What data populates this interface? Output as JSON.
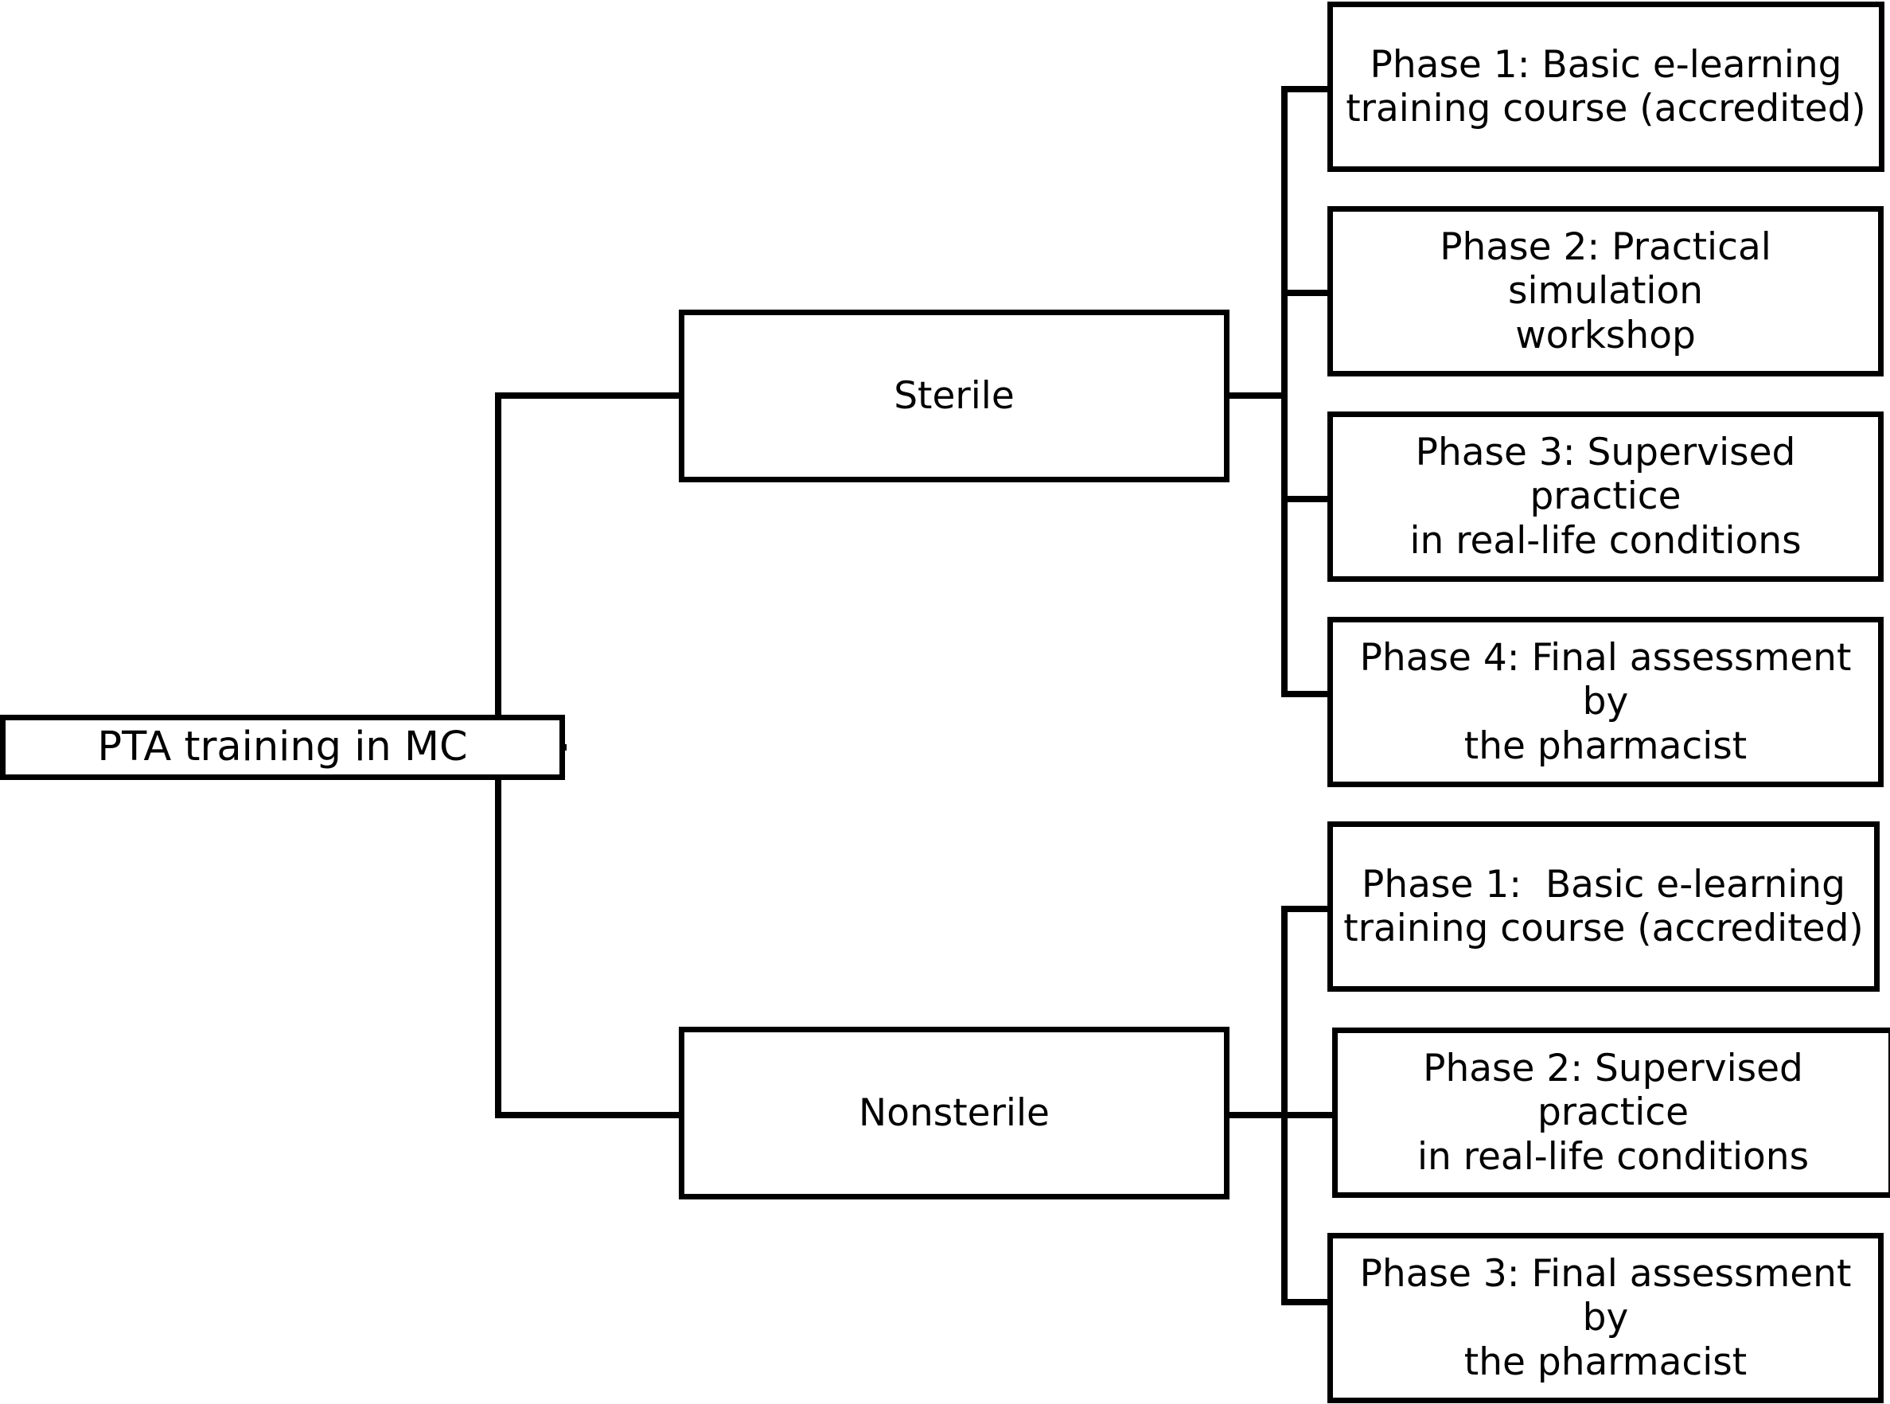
{
  "diagram": {
    "type": "tree-flowchart",
    "orientation": "left-to-right",
    "root": {
      "id": "root",
      "label": "PTA training in MC"
    },
    "branches": [
      {
        "id": "sterile",
        "label": "Sterile",
        "phases": [
          {
            "id": "sterile-phase-1",
            "label": "Phase 1: Basic e-learning\ntraining course (accredited)"
          },
          {
            "id": "sterile-phase-2",
            "label": "Phase 2: Practical simulation\nworkshop"
          },
          {
            "id": "sterile-phase-3",
            "label": "Phase 3: Supervised practice\nin real-life conditions"
          },
          {
            "id": "sterile-phase-4",
            "label": "Phase 4: Final assessment by\nthe pharmacist"
          }
        ]
      },
      {
        "id": "nonsterile",
        "label": "Nonsterile",
        "phases": [
          {
            "id": "nonsterile-phase-1",
            "label": "Phase 1:  Basic e-learning\ntraining course (accredited)"
          },
          {
            "id": "nonsterile-phase-2",
            "label": "Phase 2: Supervised practice\nin real-life conditions"
          },
          {
            "id": "nonsterile-phase-3",
            "label": "Phase 3: Final assessment by\nthe pharmacist"
          }
        ]
      }
    ],
    "style": {
      "line_color": "#000000",
      "box_fill": "#ffffff",
      "text_color": "#000000",
      "background": "#ffffff"
    }
  }
}
